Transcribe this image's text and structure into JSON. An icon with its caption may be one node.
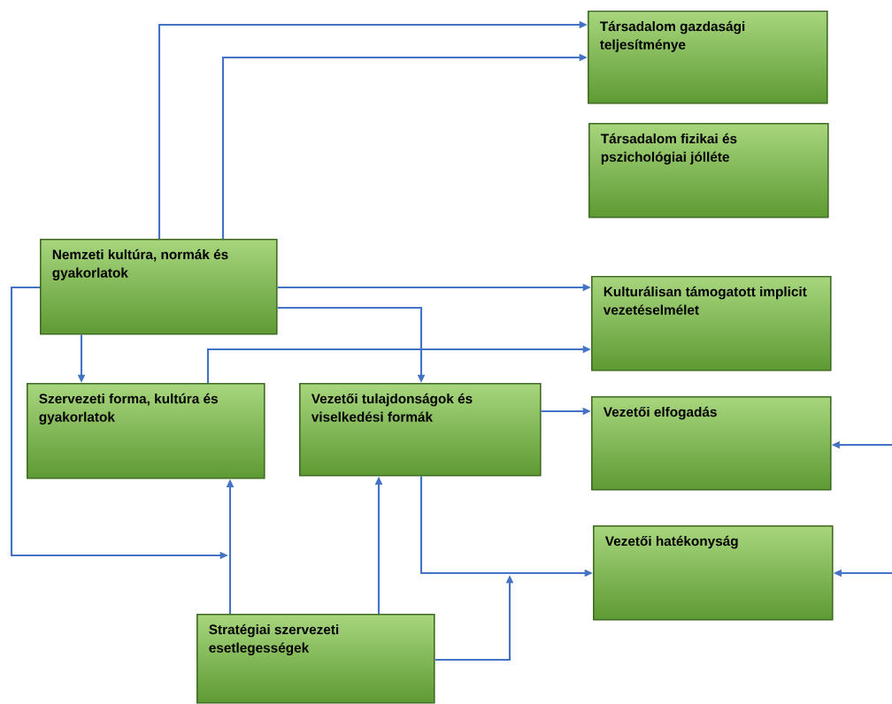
{
  "diagram": {
    "nodes": [
      {
        "text": [
          "Társadalom gazdasági teljesítménye"
        ]
      },
      {
        "text": [
          "Társadalom fizikai és pszichológiai jólléte"
        ]
      },
      {
        "text": [
          "Nemzeti kultúra, normák és gyakorlatok"
        ]
      },
      {
        "text": [
          "Kulturálisan támogatott implicit vezetéselmélet"
        ]
      },
      {
        "text": [
          "Szervezeti forma, kultúra és gyakorlatok"
        ]
      },
      {
        "text": [
          "Vezetői tulajdonságok és viselkedési formák"
        ]
      },
      {
        "text": [
          "Vezetői elfogadás"
        ]
      },
      {
        "text": [
          "Vezetői hatékonyság"
        ]
      },
      {
        "text": [
          "Stratégiai szervezeti esetlegességek"
        ]
      }
    ],
    "edges": [
      {
        "from": 2,
        "to": 0,
        "arrow": "to"
      },
      {
        "from": 2,
        "to": 0,
        "arrow": "to"
      },
      {
        "from": 2,
        "to": 3,
        "arrow": "to"
      },
      {
        "from": 2,
        "to": 5,
        "arrow": "to"
      },
      {
        "from": 2,
        "to": 4,
        "arrow": "to"
      },
      {
        "from": 4,
        "to": 3,
        "arrow": "to"
      },
      {
        "from": 5,
        "to": 6,
        "arrow": "to"
      },
      {
        "from": 2,
        "to": null,
        "arrow": "to"
      },
      {
        "from": 8,
        "to": 4,
        "arrow": "to"
      },
      {
        "from": 8,
        "to": 5,
        "arrow": "to"
      },
      {
        "from": 5,
        "to": 7,
        "arrow": "to"
      },
      {
        "from": 8,
        "to": null,
        "arrow": "to"
      },
      {
        "from": null,
        "to": 6,
        "arrow": "to"
      },
      {
        "from": null,
        "to": 7,
        "arrow": "to"
      }
    ]
  }
}
